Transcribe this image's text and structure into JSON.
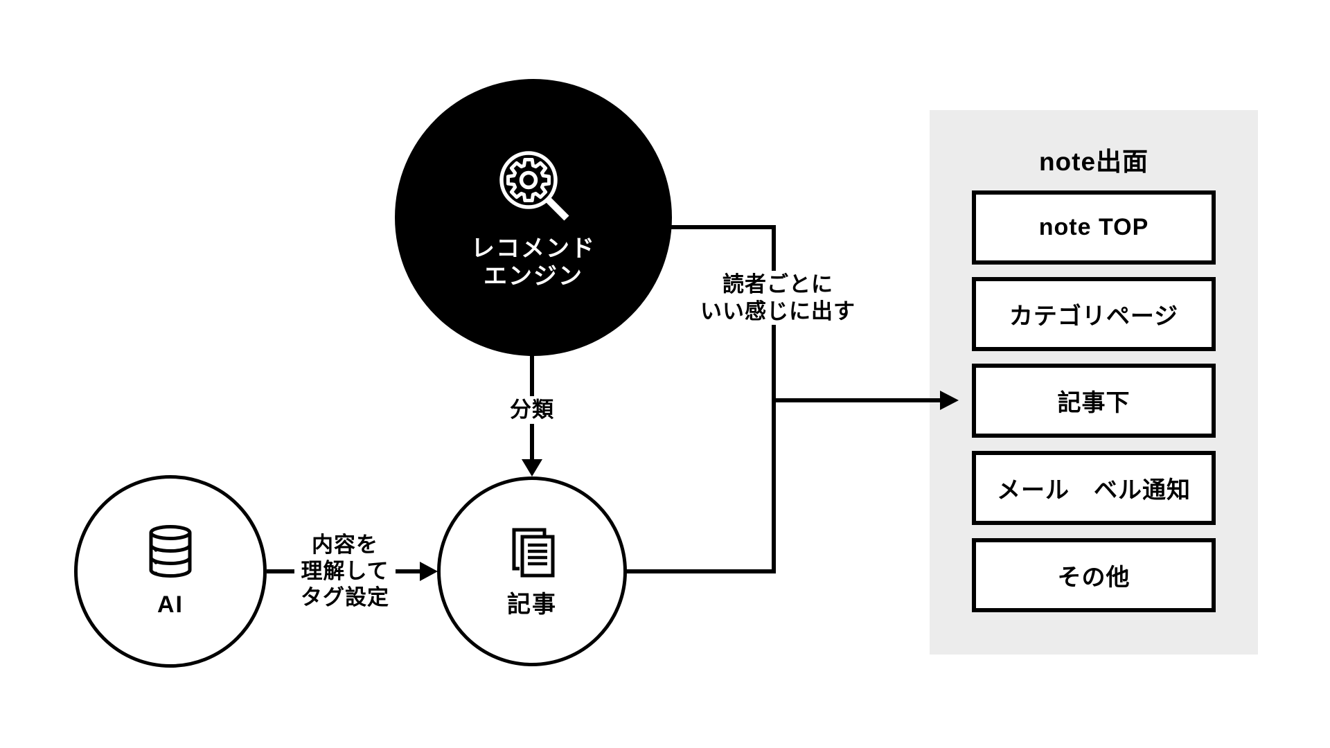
{
  "colors": {
    "background": "#ffffff",
    "foreground": "#000000",
    "panel_background": "#ececec",
    "dark_node_background": "#000000",
    "dark_node_text": "#ffffff"
  },
  "nodes": {
    "recommend_engine": {
      "icon": "magnifier-gear-icon",
      "label_lines": [
        "レコメンド",
        "エンジン"
      ]
    },
    "ai": {
      "icon": "database-icon",
      "label": "AI"
    },
    "article": {
      "icon": "documents-icon",
      "label": "記事"
    }
  },
  "connectors": {
    "classify": {
      "label": "分類",
      "from": "recommend_engine",
      "to": "article"
    },
    "tagging": {
      "label_lines": [
        "内容を",
        "理解して",
        "タグ設定"
      ],
      "from": "ai",
      "to": "article"
    },
    "serve": {
      "label_lines": [
        "読者ごとに",
        "いい感じに出す"
      ],
      "from": "recommend_engine",
      "to": "note_panel"
    }
  },
  "panel": {
    "title": "note出面",
    "boxes": [
      {
        "label": "note TOP"
      },
      {
        "label": "カテゴリページ"
      },
      {
        "label": "記事下"
      },
      {
        "label": "メール　ベル通知"
      },
      {
        "label": "その他"
      }
    ]
  }
}
